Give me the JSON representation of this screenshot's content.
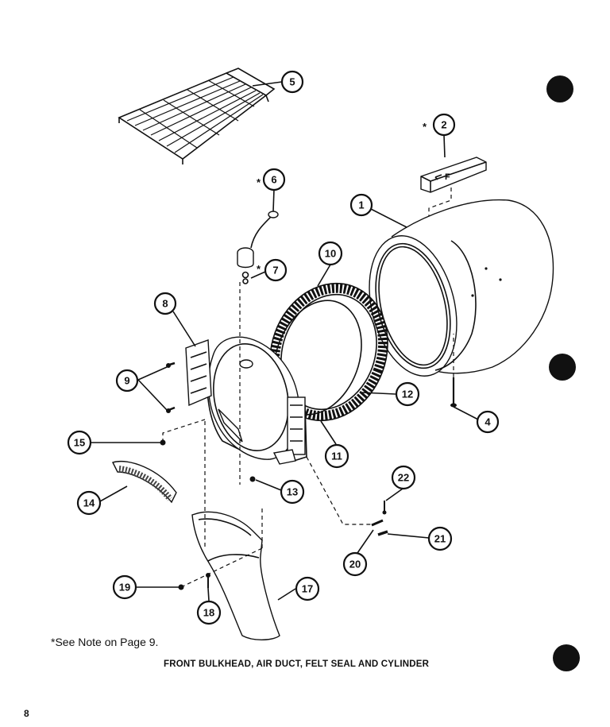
{
  "callouts": [
    {
      "id": "1",
      "label": "1",
      "starred": false
    },
    {
      "id": "2",
      "label": "2",
      "starred": true
    },
    {
      "id": "4",
      "label": "4",
      "starred": false
    },
    {
      "id": "5",
      "label": "5",
      "starred": false
    },
    {
      "id": "6",
      "label": "6",
      "starred": true
    },
    {
      "id": "7",
      "label": "7",
      "starred": true
    },
    {
      "id": "8",
      "label": "8",
      "starred": false
    },
    {
      "id": "9",
      "label": "9",
      "starred": false
    },
    {
      "id": "10",
      "label": "10",
      "starred": false
    },
    {
      "id": "11",
      "label": "11",
      "starred": false
    },
    {
      "id": "12",
      "label": "12",
      "starred": false
    },
    {
      "id": "13",
      "label": "13",
      "starred": false
    },
    {
      "id": "14",
      "label": "14",
      "starred": false
    },
    {
      "id": "15",
      "label": "15",
      "starred": false
    },
    {
      "id": "17",
      "label": "17",
      "starred": false
    },
    {
      "id": "18",
      "label": "18",
      "starred": false
    },
    {
      "id": "19",
      "label": "19",
      "starred": false
    },
    {
      "id": "20",
      "label": "20",
      "starred": false
    },
    {
      "id": "21",
      "label": "21",
      "starred": false
    },
    {
      "id": "22",
      "label": "22",
      "starred": false
    }
  ],
  "star_mark": "*",
  "part2_marking": "F",
  "note": "*See Note on Page 9.",
  "caption": "FRONT BULKHEAD, AIR DUCT, FELT SEAL AND CYLINDER",
  "page_number": "8"
}
